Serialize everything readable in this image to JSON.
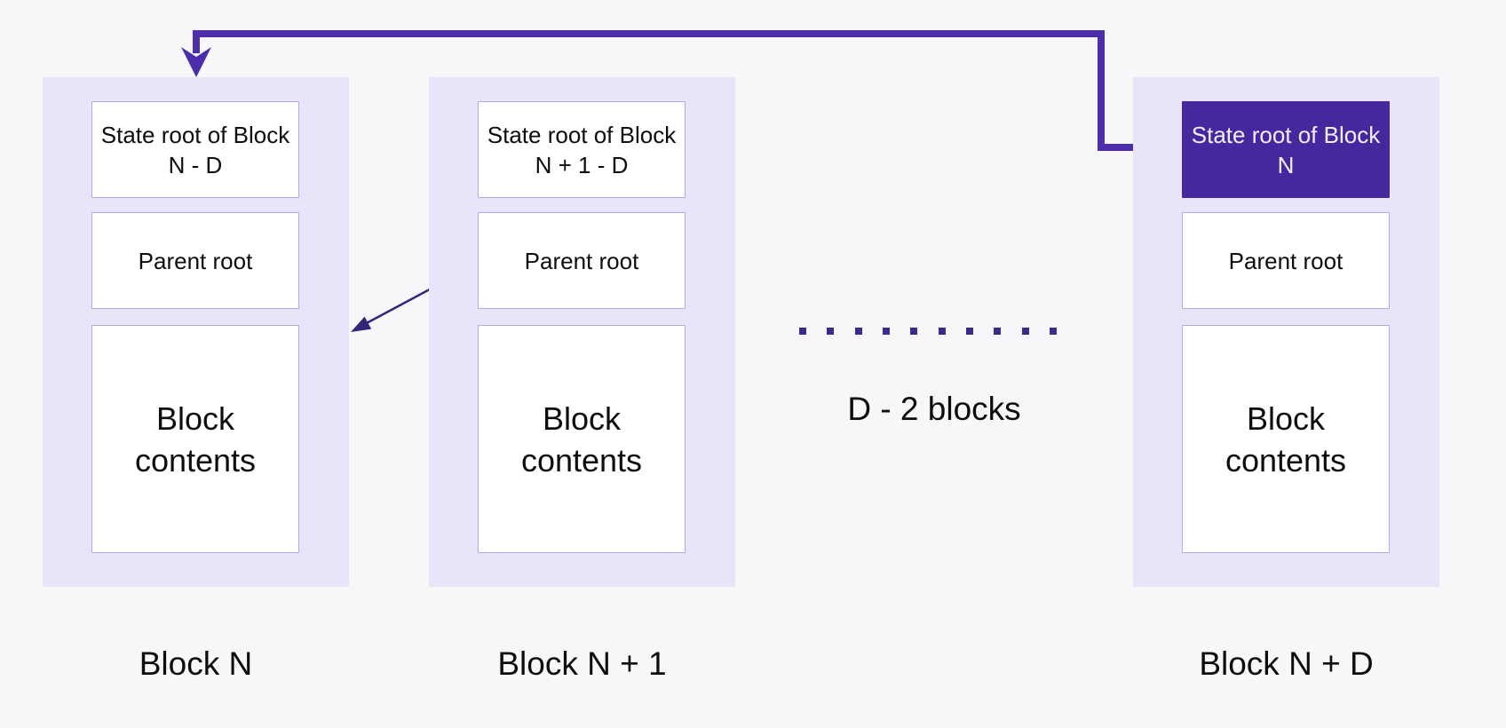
{
  "diagram_title": "",
  "columns": [
    {
      "id": "block-n",
      "label": "Block N",
      "boxes": [
        {
          "text": "State root of Block N - D",
          "highlighted": false
        },
        {
          "text": "Parent root",
          "highlighted": false
        },
        {
          "text": "Block contents",
          "highlighted": false
        }
      ]
    },
    {
      "id": "block-n-plus-1",
      "label": "Block N + 1",
      "boxes": [
        {
          "text": "State root of Block N + 1 - D",
          "highlighted": false
        },
        {
          "text": "Parent root",
          "highlighted": false
        },
        {
          "text": "Block contents",
          "highlighted": false
        }
      ]
    },
    {
      "id": "block-n-plus-d",
      "label": "Block N + D",
      "boxes": [
        {
          "text": "State root of Block N",
          "highlighted": true
        },
        {
          "text": "Parent root",
          "highlighted": false
        },
        {
          "text": "Block contents",
          "highlighted": false
        }
      ]
    }
  ],
  "ellipsis": {
    "label": "D - 2 blocks",
    "dot_count": 10
  },
  "arrows": [
    {
      "name": "state-root-reference-arrow",
      "from": "State root of Block N (in Block N + D)",
      "to": "Block N",
      "style": "thick elbow, arrowheads both ends"
    },
    {
      "name": "parent-root-arrow",
      "from": "Parent root (in Block N + 1)",
      "to": "Block contents (in Block N)",
      "style": "thin diagonal"
    }
  ],
  "colors": {
    "bg": "#f7f7f9",
    "column_fill": "#e9e4f9",
    "box_border": "#b5a8ea",
    "box_fill": "#ffffff",
    "highlight_fill": "#46289e",
    "highlight_text": "#f2effc",
    "accent": "#4c2daa",
    "indigo": "#342578",
    "dot": "#3b2a8a",
    "text": "#0d0d0d"
  }
}
